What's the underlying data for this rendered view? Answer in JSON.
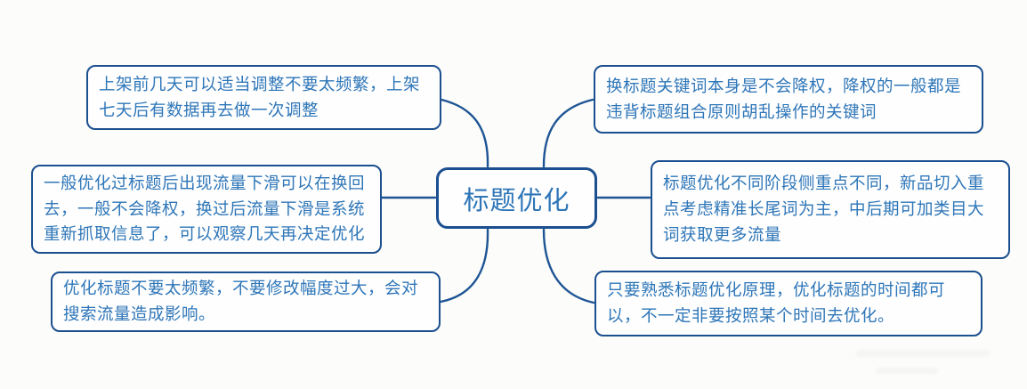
{
  "mindmap": {
    "root": {
      "label": "标题优化"
    },
    "branches": {
      "left": [
        {
          "text": "上架前几天可以适当调整不要太频繁，上架\n七天后有数据再去做一次调整"
        },
        {
          "text": "一般优化过标题后出现流量下滑可以在换回\n去，一般不会降权，换过后流量下滑是系统\n重新抓取信息了，可以观察几天再决定优化"
        },
        {
          "text": "优化标题不要太频繁，不要修改幅度过大，会对\n搜索流量造成影响。"
        }
      ],
      "right": [
        {
          "text": "换标题关键词本身是不会降权，降权的一般都是\n违背标题组合原则胡乱操作的关键词"
        },
        {
          "text": "标题优化不同阶段侧重点不同，新品切入重\n点考虑精准长尾词为主，中后期可加类目大\n词获取更多流量"
        },
        {
          "text": "只要熟悉标题优化原理，优化标题的时间都可\n以，不一定非要按照某个时间去优化。"
        }
      ]
    },
    "style": {
      "node_border_color": "#1b4f8f",
      "text_color": "#2e76b8",
      "connector_color": "#1d5494",
      "node_background": "#fefefe",
      "page_background": "#fcfcfa"
    }
  }
}
